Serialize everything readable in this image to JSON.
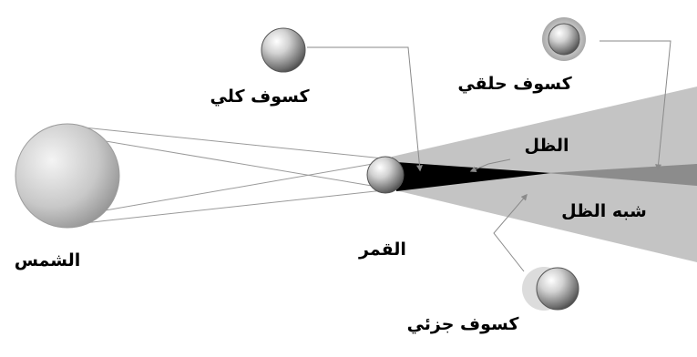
{
  "labels": {
    "sun": "الشمس",
    "moon": "القمر",
    "umbra": "الظل",
    "penumbra": "شبه الظل",
    "total_eclipse": "كسوف كلي",
    "annular_eclipse": "كسوف حلقي",
    "partial_eclipse": "كسوف جزئي"
  },
  "colors": {
    "background": "#ffffff",
    "penumbra_fill": "#c4c4c4",
    "umbra_fill": "#000000",
    "antumbra_fill": "#8c8c8c",
    "ray_line": "#9a9a9a",
    "pointer_line": "#8a8a8a"
  }
}
